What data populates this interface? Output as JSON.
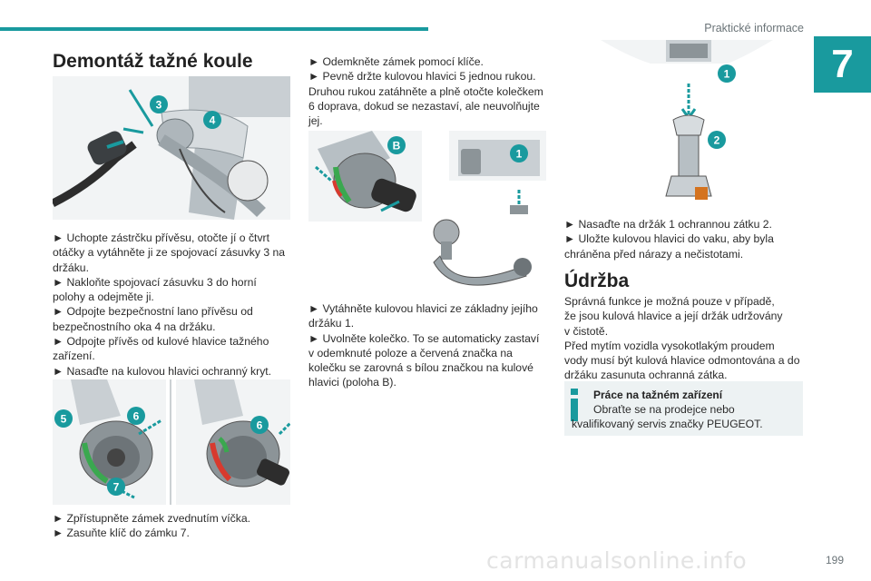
{
  "header": {
    "section": "Praktické informace",
    "chapter_number": "7"
  },
  "left": {
    "heading": "Demontáž tažné koule",
    "steps_a": [
      "► Uchopte zástrčku přívěsu, otočte jí o čtvrt",
      "otáčky a vytáhněte ji ze spojovací zásuvky 3 na",
      "držáku.",
      "► Nakloňte spojovací zásuvku 3 do horní",
      "polohy a odejměte ji.",
      "► Odpojte bezpečnostní lano přívěsu od",
      "bezpečnostního oka 4 na držáku.",
      "► Odpojte přívěs od kulové hlavice tažného",
      "zařízení.",
      "► Nasaďte na kulovou hlavici ochranný kryt."
    ],
    "steps_b": [
      "► Zpřístupněte zámek zvednutím víčka.",
      "► Zasuňte klíč do zámku 7."
    ]
  },
  "middle": {
    "steps_a": [
      "► Odemkněte zámek pomocí klíče.",
      "► Pevně držte kulovou hlavici 5 jednou rukou.",
      "Druhou rukou zatáhněte a plně otočte kolečkem",
      "6 doprava, dokud se nezastaví, ale neuvolňujte",
      "jej."
    ],
    "steps_b": [
      "► Vytáhněte kulovou hlavici ze základny jejího",
      "držáku 1.",
      "► Uvolněte kolečko. To se automaticky zastaví",
      "v odemknuté poloze a červená značka na",
      "kolečku se zarovná s bílou značkou na kulové",
      "hlavici (poloha B)."
    ]
  },
  "right": {
    "steps": [
      "► Nasaďte na držák 1 ochrannou zátku 2.",
      "► Uložte kulovou hlavici do vaku, aby byla",
      "chráněna před nárazy a nečistotami."
    ],
    "maintenance_heading": "Údržba",
    "maintenance_text": [
      "Správná funkce je možná pouze v případě,",
      "že jsou kulová hlavice a její držák udržovány",
      "v čistotě.",
      "Před mytím vozidla vysokotlakým proudem",
      "vody musí být kulová hlavice odmontována a do",
      "držáku zasunuta ochranná zátka."
    ],
    "notice": {
      "title": "Práce na tažném zařízení",
      "line1": "Obraťte se na prodejce nebo",
      "line2": "kvalifikovaný servis značky PEUGEOT."
    }
  },
  "figures": {
    "fig1_labels": [
      "3",
      "4"
    ],
    "fig2_labels": [
      "5",
      "6",
      "7",
      "6"
    ],
    "fig3_labels": [
      "B",
      "1"
    ],
    "fig4_labels": [
      "1",
      "2"
    ]
  },
  "footer": {
    "page_number": "199",
    "watermark": "carmanualsonline.info"
  },
  "colors": {
    "accent": "#199a9e",
    "notice_bg": "#edf2f3",
    "callout": "#199a9e"
  }
}
